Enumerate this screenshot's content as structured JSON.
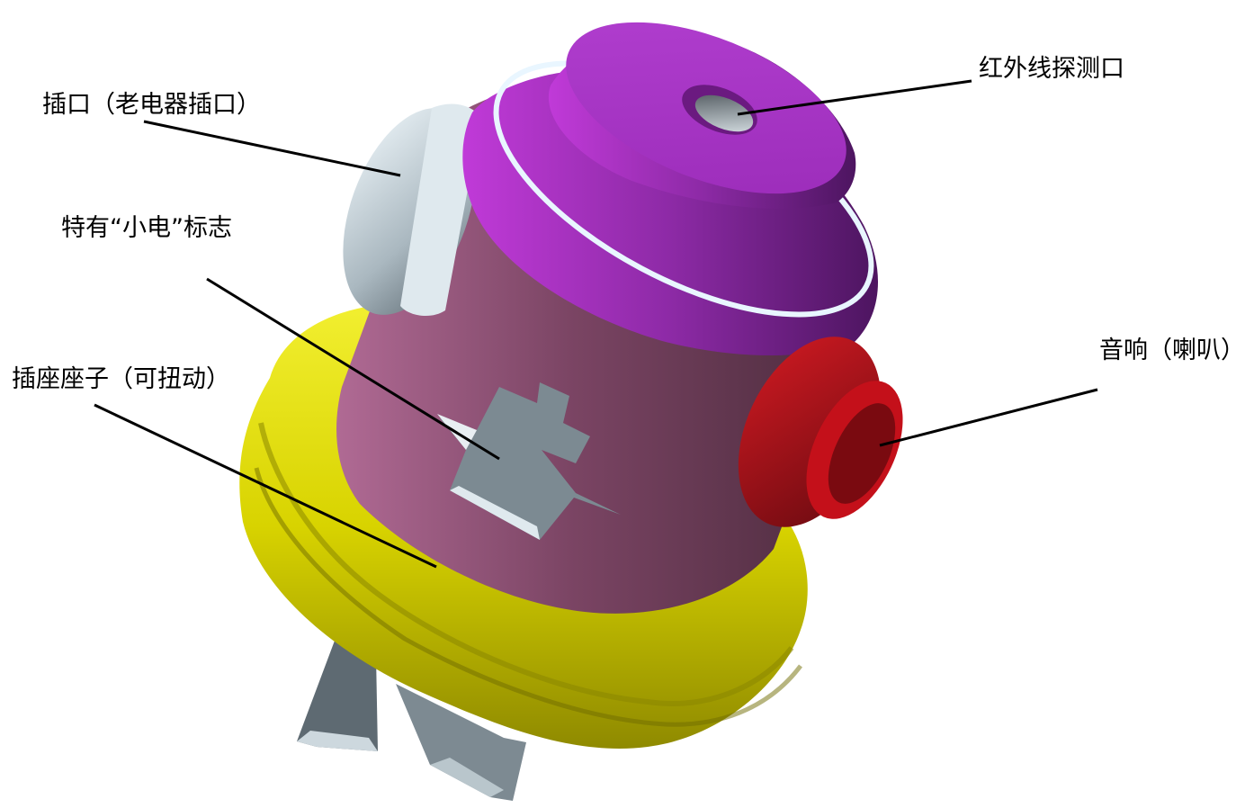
{
  "labels": {
    "infrared_port": "红外线探测口",
    "socket": "插口（老电器插口）",
    "logo": "特有“小电”标志",
    "base": "插座座子（可扭动）",
    "speaker": "音响（喇叭）"
  },
  "colors": {
    "body": "#8a4a6a",
    "cap": "#9c2fb0",
    "ring": "#d9d400",
    "speaker": "#b0121a",
    "metal": "#7d8a90",
    "socket_side": "#c9d6dc"
  }
}
